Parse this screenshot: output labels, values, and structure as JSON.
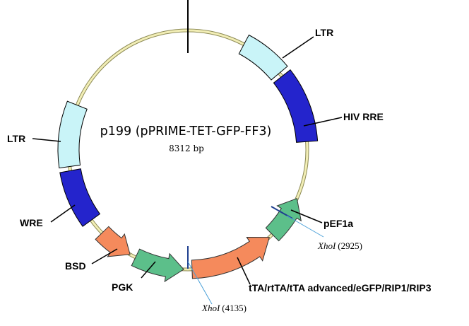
{
  "plasmid": {
    "name": "p199 (pPRIME-TET-GFP-FF3)",
    "size": "8312 bp"
  },
  "colors": {
    "backbone": "#f2eeb6",
    "ltr": "#c9f4f8",
    "rre_wre": "#2424cc",
    "promoter": "#5cbf8a",
    "orf": "#f58a5c"
  },
  "features": [
    {
      "key": "ltr_right",
      "label": "LTR",
      "type": "ltr"
    },
    {
      "key": "hiv_rre",
      "label": "HIV RRE",
      "type": "rre_wre"
    },
    {
      "key": "pef1a",
      "label": "pEF1a",
      "type": "promoter"
    },
    {
      "key": "tta",
      "label": "tTA/rtTA/tTA advanced/eGFP/RIP1/RIP3",
      "type": "orf"
    },
    {
      "key": "pgk",
      "label": "PGK",
      "type": "promoter"
    },
    {
      "key": "bsd",
      "label": "BSD",
      "type": "orf"
    },
    {
      "key": "wre",
      "label": "WRE",
      "type": "rre_wre"
    },
    {
      "key": "ltr_left",
      "label": "LTR",
      "type": "ltr"
    }
  ],
  "sites": [
    {
      "key": "xhoi_2925",
      "name": "XhoI",
      "position": "(2925)"
    },
    {
      "key": "xhoi_4135",
      "name": "XhoI",
      "position": "(4135)"
    }
  ]
}
